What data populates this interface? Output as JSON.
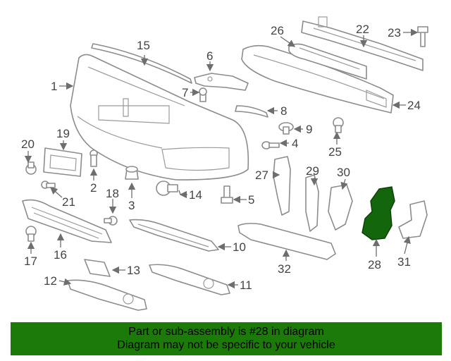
{
  "callouts": {
    "c1": "1",
    "c2": "2",
    "c3": "3",
    "c4": "4",
    "c5": "5",
    "c6": "6",
    "c7": "7",
    "c8": "8",
    "c9": "9",
    "c10": "10",
    "c11": "11",
    "c12": "12",
    "c13": "13",
    "c14": "14",
    "c15": "15",
    "c16": "16",
    "c17": "17",
    "c18": "18",
    "c19": "19",
    "c20": "20",
    "c21": "21",
    "c22": "22",
    "c23": "23",
    "c24": "24",
    "c25": "25",
    "c26": "26",
    "c27": "27",
    "c28": "28",
    "c29": "29",
    "c30": "30",
    "c31": "31",
    "c32": "32"
  },
  "highlight": {
    "part_number": "28",
    "color": "#14660c"
  },
  "banner": {
    "line1": "Part or sub-assembly is #28 in diagram",
    "line2": "Diagram may not be specific to your vehicle",
    "background": "#1b7a08"
  }
}
